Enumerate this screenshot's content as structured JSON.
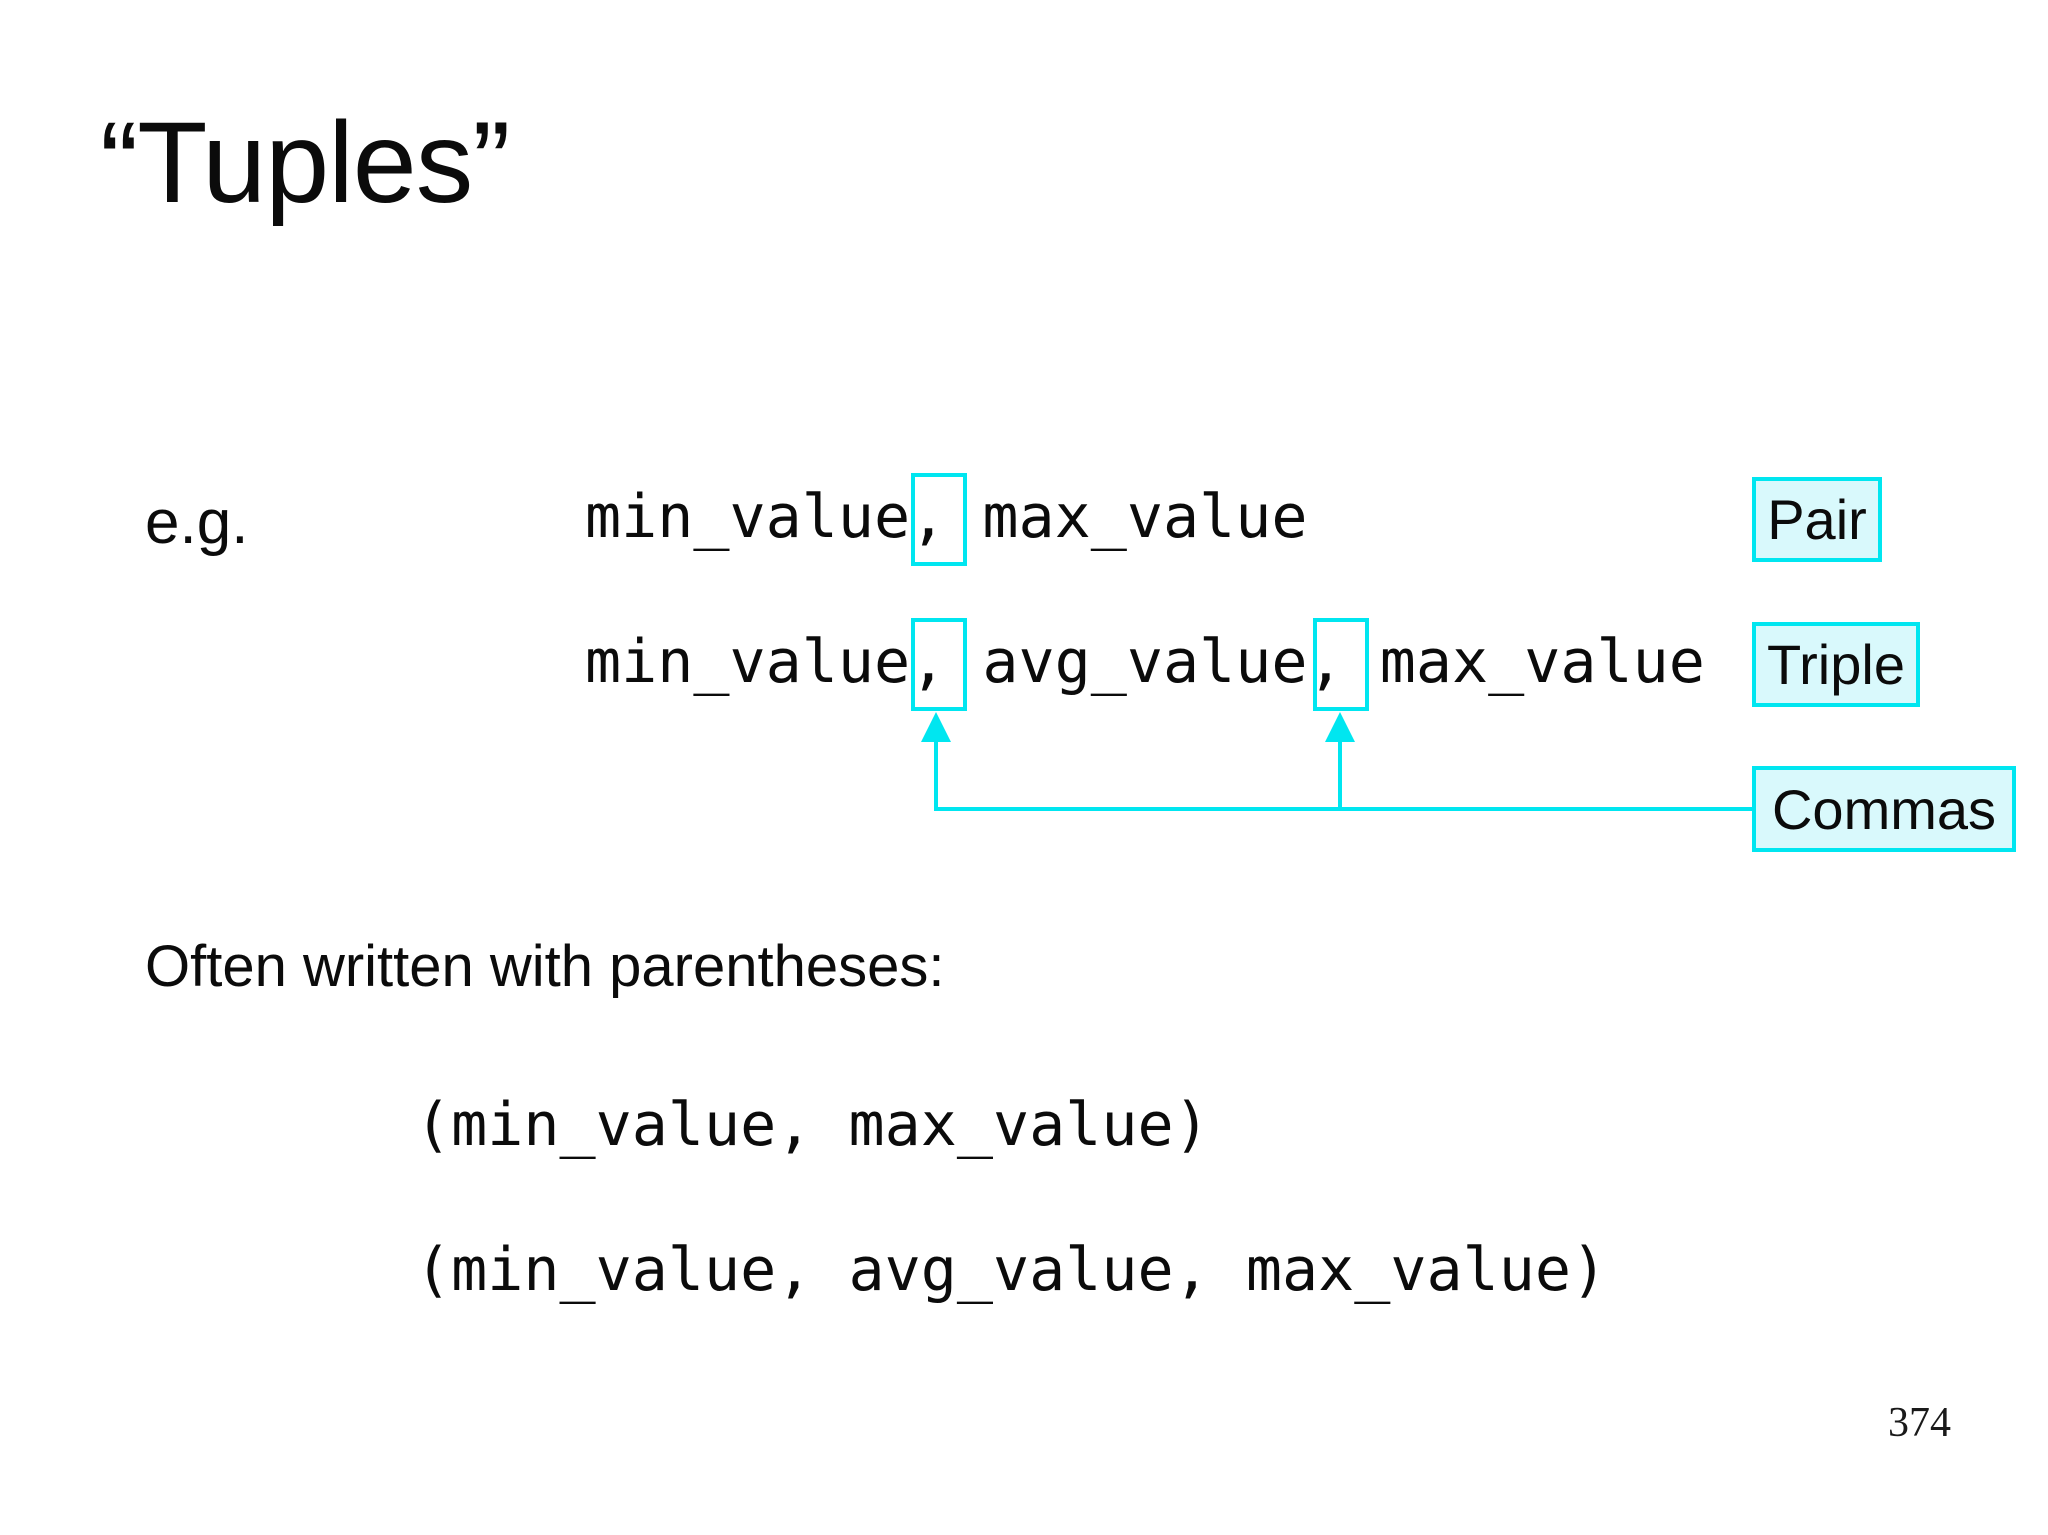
{
  "slide": {
    "title": "“Tuples”",
    "eg_label": "e.g.",
    "page_number": "374"
  },
  "examples": {
    "pair_code": "min_value, max_value",
    "triple_code": "min_value, avg_value, max_value",
    "pair_label": "Pair",
    "triple_label": "Triple",
    "commas_label": "Commas"
  },
  "parentheses_section": {
    "heading": "Often written with parentheses:",
    "pair_with_parens": "(min_value, max_value)",
    "triple_with_parens": "(min_value, avg_value, max_value)"
  },
  "colors": {
    "accent_cyan": "#00e6f0",
    "label_fill": "#d9f9fc",
    "text": "#0b0b0b"
  },
  "icons": {
    "up_arrow_meaning": "points-to-comma"
  }
}
